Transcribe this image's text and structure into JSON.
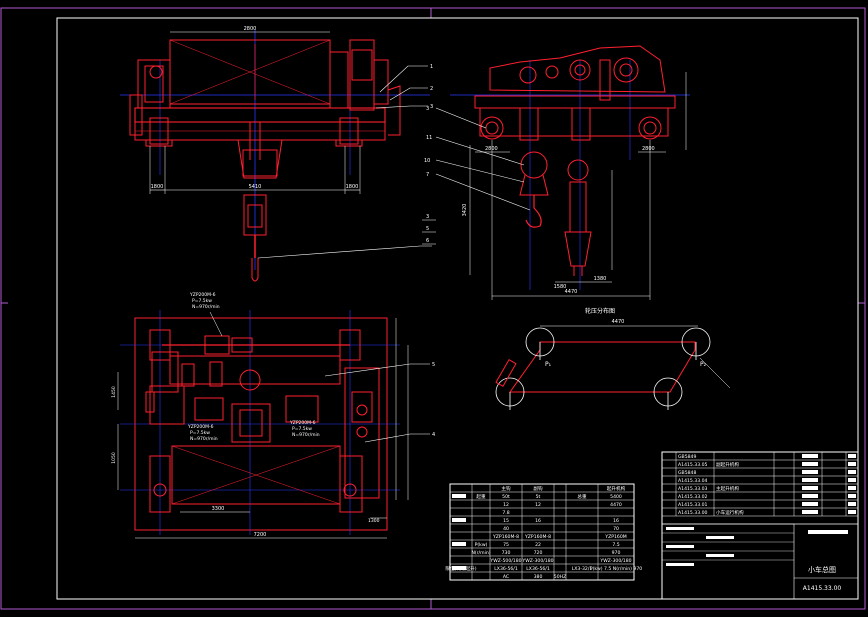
{
  "drawing": {
    "title": "小车总图",
    "drawing_number": "A1415.33.00",
    "colors": {
      "background": "#000000",
      "frame": "#b05ad0",
      "border": "#ffffff",
      "part_outline": "#ff2030",
      "centerline": "#2a38ff",
      "dimension": "#ffffff",
      "table_fill": "#ffffff"
    }
  },
  "views": {
    "front": {
      "dims": {
        "top": "2800",
        "bottom_left": "1800",
        "bottom_center": "5410",
        "bottom_right": "1800"
      },
      "leaders": [
        "1",
        "2",
        "3"
      ]
    },
    "side": {
      "dims": {
        "bottom_width": "4470",
        "left_small": "2800",
        "right_small": "2800",
        "bottom_center": "1380",
        "bottom_offset": "1580",
        "height_left": "3420"
      },
      "leaders": [
        "3",
        "11",
        "10",
        "7",
        "3",
        "5",
        "6"
      ]
    },
    "plan": {
      "motor_labels": [
        {
          "model": "YZP200M-6",
          "power": "P=7.5kw",
          "speed": "N=970r/min"
        },
        {
          "model": "YZP200M-6",
          "power": "P=7.5kw",
          "speed": "N=970r/min"
        },
        {
          "model": "YZP200M-6",
          "power": "P=7.5kw",
          "speed": "N=970r/min"
        }
      ],
      "dims": {
        "bottom": "7200",
        "bottom_inner": "3300",
        "right": "1300",
        "left_top": "1450",
        "left_bottom": "1050"
      },
      "leaders": [
        "5",
        "4"
      ]
    },
    "wheel_diagram": {
      "title": "轮压分布图",
      "span": "4470",
      "labels": [
        "P₁",
        "P₂"
      ]
    }
  },
  "spec_table": {
    "header": [
      "",
      "",
      "主钩",
      "副钩",
      "",
      "",
      "起升机构"
    ],
    "rows": [
      [
        "",
        "起重",
        "50t",
        "5t",
        "",
        "总重",
        "5400"
      ],
      [
        "",
        "",
        "12",
        "12",
        "",
        "",
        "4470"
      ],
      [
        "",
        "",
        "7.8",
        "",
        "",
        "",
        ""
      ],
      [
        "",
        "",
        "15",
        "16",
        "",
        "",
        "16"
      ],
      [
        "",
        "",
        "40",
        "",
        "",
        "",
        "70"
      ],
      [
        "",
        "",
        "YZP160M-8",
        "YZP160M-8",
        "",
        "",
        "YZP160M"
      ],
      [
        "",
        "P(kw)",
        "75",
        "22",
        "",
        "",
        "7.5"
      ],
      [
        "",
        "N(r/min)",
        "730",
        "720",
        "",
        "",
        "970"
      ],
      [
        "",
        "",
        "YWZ-500/180",
        "YWZ-300/180",
        "",
        "",
        "YWZ-300/180"
      ],
      [
        "限位开关(起升)",
        "",
        "LX36-56/1",
        "LX36-56/1",
        "",
        "LX3-32/1",
        "P(kw) 7.5 N(r/min) 970"
      ],
      [
        "",
        "",
        "AC",
        "380",
        "50HZ",
        "",
        ""
      ]
    ]
  },
  "title_block": {
    "parts": [
      {
        "code": "GB5849",
        "name": ""
      },
      {
        "code": "A1415.33.05",
        "name": "副起升机构"
      },
      {
        "code": "GB5848",
        "name": ""
      },
      {
        "code": "A1415.33.04",
        "name": ""
      },
      {
        "code": "A1415.33.03",
        "name": "主起升机构"
      },
      {
        "code": "A1415.33.02",
        "name": ""
      },
      {
        "code": "A1415.33.01",
        "name": ""
      },
      {
        "code": "A1415.33.00",
        "name": "小车运行机构"
      }
    ]
  }
}
